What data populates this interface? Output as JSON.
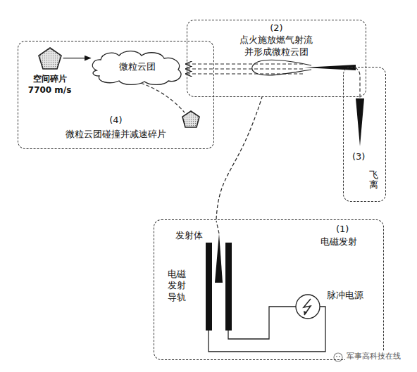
{
  "diagram": {
    "nodes": [
      {
        "text": [
          "(4)",
          "微粒云团碰撞并减速碎片"
        ]
      },
      {
        "text": [
          "空间碎片 7700 m/s"
        ],
        "in": 0
      },
      {
        "text": [
          "微粒云团"
        ],
        "in": 0
      },
      {
        "text": [
          "(2)",
          "点火施放燃气射流 并形成微粒云团"
        ]
      },
      {
        "text": [
          "(3)",
          "飞离"
        ]
      },
      {
        "text": [
          "(1)",
          "电磁发射"
        ]
      }
    ],
    "edges": [
      {
        "from": 1,
        "to": 2,
        "arrow": "to"
      },
      {
        "from": 3,
        "to": 2,
        "arrow": "to"
      },
      {
        "from": 3,
        "to": 2,
        "arrow": "to"
      },
      {
        "from": 3,
        "to": 2,
        "arrow": "to"
      },
      {
        "from": 5,
        "to": 3,
        "arrow": "none"
      }
    ],
    "labels": [
      "发射体",
      "电磁发射导轨",
      "脉冲电源",
      "军事高科技在线"
    ]
  }
}
